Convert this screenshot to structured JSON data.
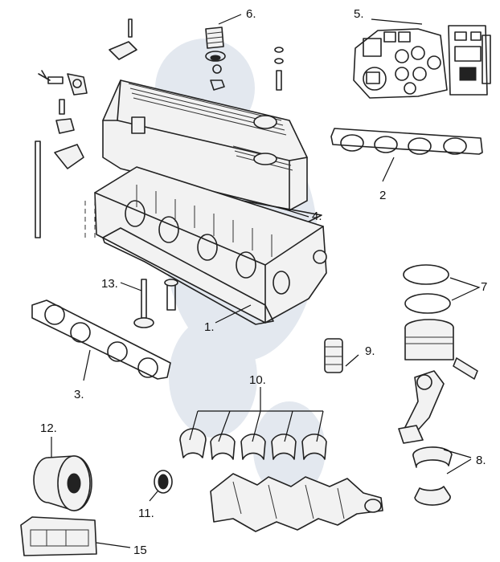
{
  "diagram": {
    "callouts": {
      "c1": "1.",
      "c2": "2",
      "c3": "3.",
      "c4": "4.",
      "c5": "5.",
      "c6": "6.",
      "c7": "7",
      "c8": "8.",
      "c9": "9.",
      "c10": "10.",
      "c11": "11.",
      "c12": "12.",
      "c13": "13.",
      "c15": "15"
    },
    "watermark_color": "#dfe5ee",
    "line_color": "#222222"
  }
}
